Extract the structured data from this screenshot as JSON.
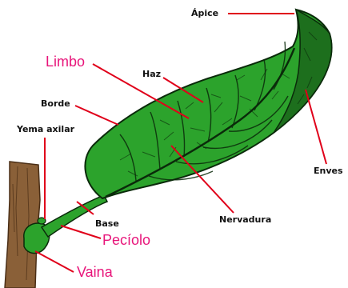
{
  "colors": {
    "leaf": "#2ca32c",
    "leaf_dark": "#1d6f1d",
    "vein": "#0a2a0a",
    "stem": "#8a6038",
    "stem_dark": "#4a2e16",
    "leader": "#e0001a",
    "label_dark": "#111111",
    "label_pink": "#e8157a"
  },
  "labels": {
    "apice": "Ápice",
    "limbo": "Limbo",
    "haz": "Haz",
    "borde": "Borde",
    "yema": "Yema axilar",
    "enves": "Enves",
    "base": "Base",
    "nervadura": "Nervadura",
    "peciolo": "Pecíolo",
    "vaina": "Vaina"
  }
}
